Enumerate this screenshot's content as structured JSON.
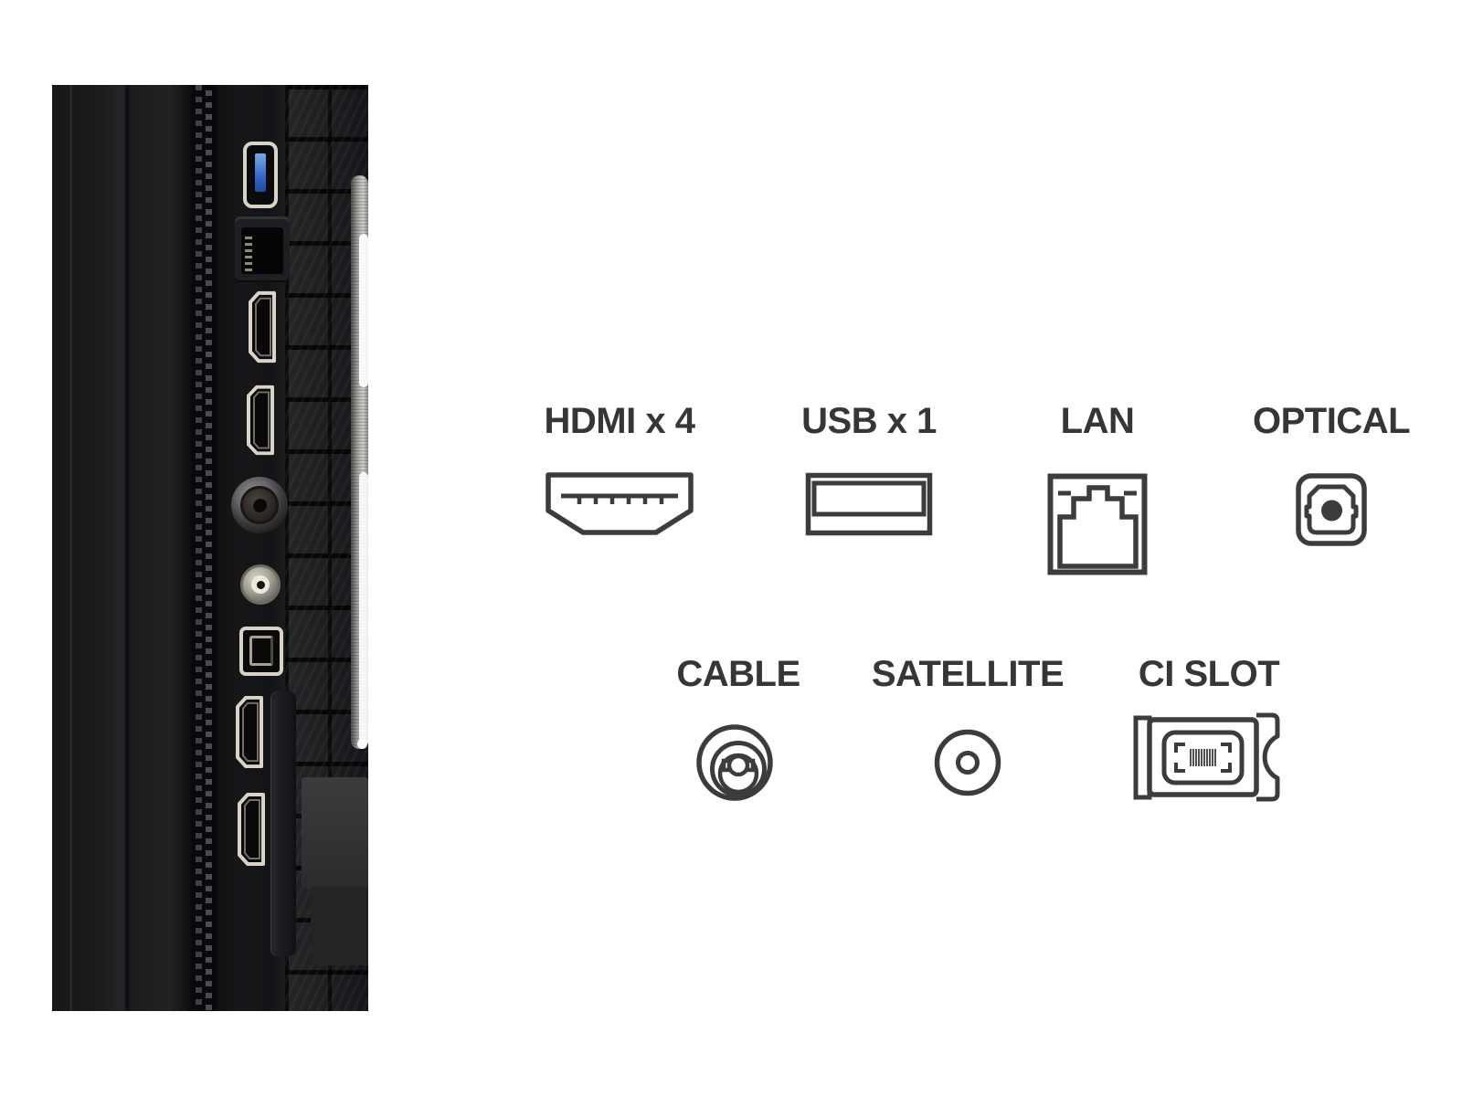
{
  "title": "TV side panel connectivity diagram",
  "colors": {
    "background": "#ffffff",
    "line_art": "#3c3c3c",
    "label_text": "#363636",
    "usb_tab_blue": "#2c5cc5",
    "port_outline_cream": "#d8d3c6"
  },
  "photo": {
    "name": "tv-side-panel-ports-photo",
    "visible_ports": [
      "USB",
      "LAN",
      "HDMI",
      "HDMI",
      "CABLE",
      "SATELLITE",
      "OPTICAL",
      "HDMI",
      "HDMI",
      "CI SLOT"
    ]
  },
  "diagram": {
    "row1": [
      {
        "label": "HDMI x 4",
        "icon": "hdmi-port-icon"
      },
      {
        "label": "USB x 1",
        "icon": "usb-port-icon"
      },
      {
        "label": "LAN",
        "icon": "lan-port-icon"
      },
      {
        "label": "OPTICAL",
        "icon": "optical-port-icon"
      }
    ],
    "row2": [
      {
        "label": "CABLE",
        "icon": "cable-port-icon"
      },
      {
        "label": "SATELLITE",
        "icon": "satellite-port-icon"
      },
      {
        "label": "CI SLOT",
        "icon": "ci-slot-icon"
      }
    ]
  }
}
